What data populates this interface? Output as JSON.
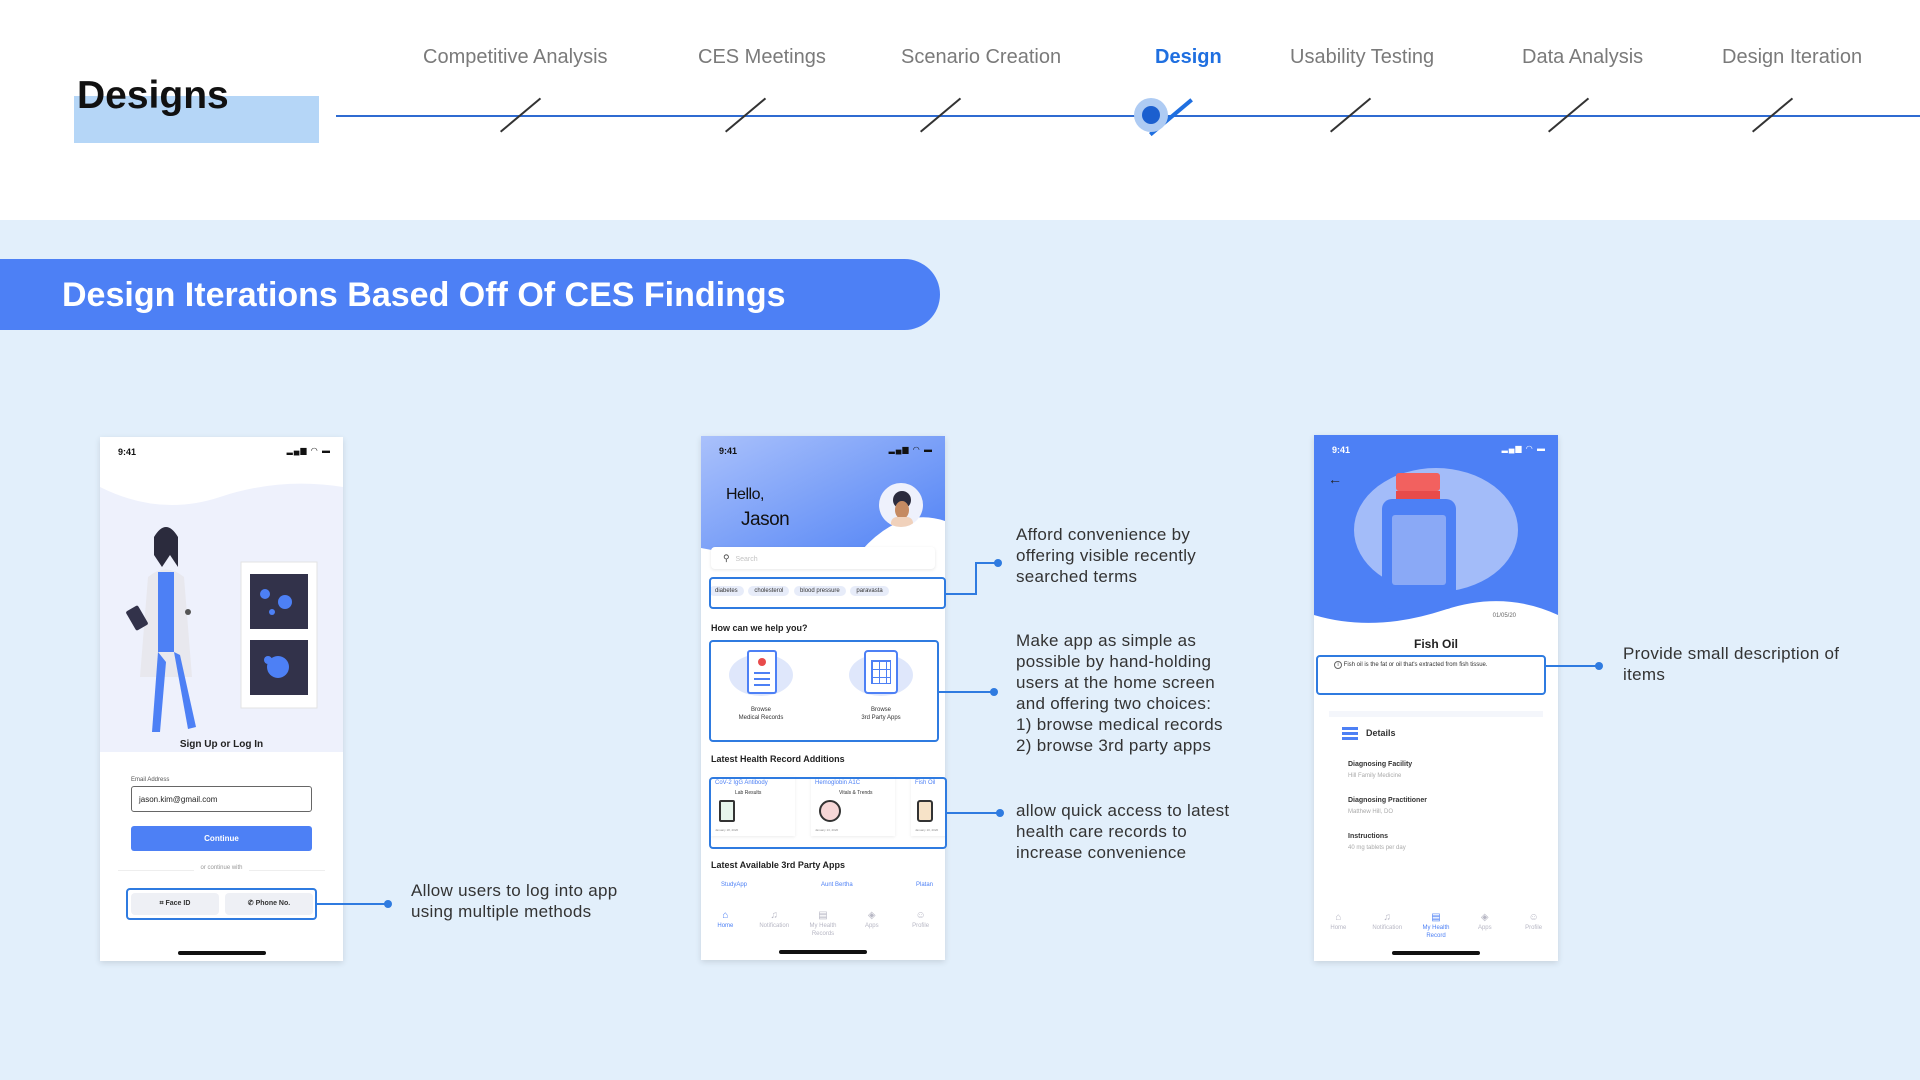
{
  "header": {
    "title": "Designs",
    "steps": [
      {
        "label": "Competitive Analysis",
        "active": false
      },
      {
        "label": "CES Meetings",
        "active": false
      },
      {
        "label": "Scenario Creation",
        "active": false
      },
      {
        "label": "Design",
        "active": true
      },
      {
        "label": "Usability Testing",
        "active": false
      },
      {
        "label": "Data Analysis",
        "active": false
      },
      {
        "label": "Design Iteration",
        "active": false
      }
    ]
  },
  "banner": {
    "title": "Design Iterations Based Off Of CES Findings"
  },
  "phone1": {
    "time": "9:41",
    "heading": "Sign Up or Log In",
    "email_label": "Email Address",
    "email_value": "jason.kim@gmail.com",
    "continue_label": "Continue",
    "or_text": "or continue with",
    "faceid_label": "Face ID",
    "phone_label": "Phone No."
  },
  "phone2": {
    "time": "9:41",
    "greeting_1": "Hello,",
    "greeting_2": "Jason",
    "search_placeholder": "Search",
    "chips": [
      "diabetes",
      "cholesterol",
      "blood pressure",
      "paravasta"
    ],
    "help_title": "How can we help you?",
    "choice_1_line1": "Browse",
    "choice_1_line2": "Medical Records",
    "choice_2_line1": "Browse",
    "choice_2_line2": "3rd Party Apps",
    "records_title": "Latest Health Record Additions",
    "records": [
      {
        "title": "CoV-2 IgG Antibody",
        "sub": "Lab Results",
        "date": "January 18, 2020"
      },
      {
        "title": "Hemoglobin A1C",
        "sub": "Vitals & Trends",
        "date": "January 13, 2020"
      },
      {
        "title": "Fish Oil",
        "sub": "",
        "date": "January 10, 2020"
      }
    ],
    "apps_title": "Latest Available 3rd Party Apps",
    "apps": [
      "StudyApp",
      "Aunt Bertha",
      "Platan"
    ],
    "tabs": [
      {
        "label": "Home",
        "icon": "home-icon",
        "on": true
      },
      {
        "label": "Notification",
        "icon": "bell-icon",
        "on": false
      },
      {
        "label": "My Health Records",
        "icon": "records-icon",
        "on": false
      },
      {
        "label": "Apps",
        "icon": "apps-icon",
        "on": false
      },
      {
        "label": "Profile",
        "icon": "profile-icon",
        "on": false
      }
    ]
  },
  "phone3": {
    "time": "9:41",
    "date": "01/05/20",
    "title": "Fish Oil",
    "description": "Fish oil is the fat or oil that's extracted from fish tissue.",
    "details_title": "Details",
    "facility_label": "Diagnosing Facility",
    "facility_value": "Hill Family Medicine",
    "practitioner_label": "Diagnosing Practitioner",
    "practitioner_value": "Matthew Hill, DO",
    "instructions_label": "Instructions",
    "instructions_value": "40 mg tablets per day",
    "tabs": [
      {
        "label": "Home",
        "icon": "home-icon",
        "on": false
      },
      {
        "label": "Notification",
        "icon": "bell-icon",
        "on": false
      },
      {
        "label": "My Health Record",
        "icon": "records-icon",
        "on": true
      },
      {
        "label": "Apps",
        "icon": "apps-icon",
        "on": false
      },
      {
        "label": "Profile",
        "icon": "profile-icon",
        "on": false
      }
    ]
  },
  "annotations": {
    "login": "Allow users to log into app using multiple methods",
    "recent": "Afford convenience by offering visible recently searched terms",
    "simple_1": "Make app as simple as possible by hand-holding users at the home screen and offering two choices:",
    "simple_2": "1) browse medical records",
    "simple_3": "2) browse 3rd party apps",
    "records": "allow quick access to latest health care records to increase convenience",
    "description": "Provide small description of items"
  },
  "colors": {
    "accent": "#4d80f5",
    "highlight": "#2f7be0",
    "timeline": "#2f6bd1",
    "bg": "#e2effb"
  }
}
